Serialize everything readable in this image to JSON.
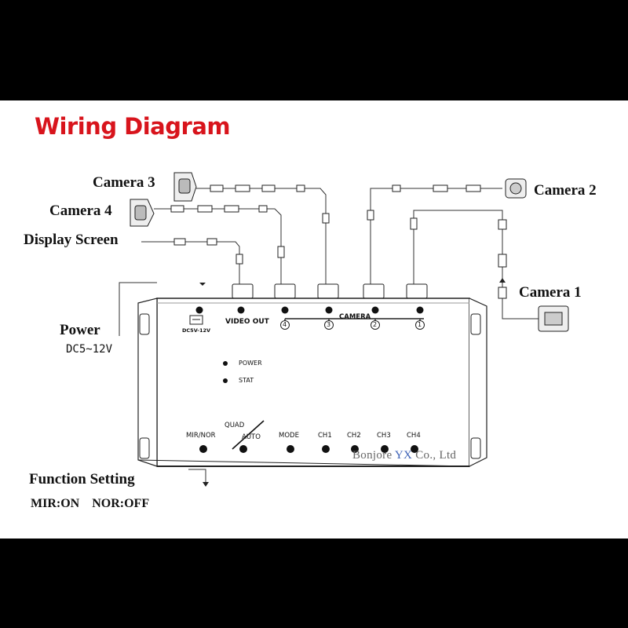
{
  "title": "Wiring Diagram",
  "cameras": {
    "cam1": "Camera 1",
    "cam2": "Camera 2",
    "cam3": "Camera 3",
    "cam4": "Camera 4"
  },
  "display_screen": "Display Screen",
  "power": {
    "label": "Power",
    "spec": "DC5~12V"
  },
  "function_setting": {
    "label": "Function Setting",
    "note": "MIR:ON    NOR:OFF"
  },
  "device": {
    "dc_label": "DC5V-12V",
    "video_out": "VIDEO OUT",
    "camera_header": "CAMERA",
    "port_numbers": [
      "4",
      "3",
      "2",
      "1"
    ],
    "indicators": {
      "power": "POWER",
      "stat": "STAT"
    },
    "quad": "QUAD",
    "buttons": {
      "mir_nor": "MIR/NOR",
      "auto": "AUTO",
      "mode": "MODE",
      "ch1": "CH1",
      "ch2": "CH2",
      "ch3": "CH3",
      "ch4": "CH4"
    }
  },
  "watermark": {
    "before": "Bonjore ",
    "accent": "YX",
    "after": " Co., Ltd"
  },
  "colors": {
    "title": "#d8141c",
    "background": "#000000",
    "panel": "#ffffff",
    "watermark_accent": "#3a5fb5"
  }
}
